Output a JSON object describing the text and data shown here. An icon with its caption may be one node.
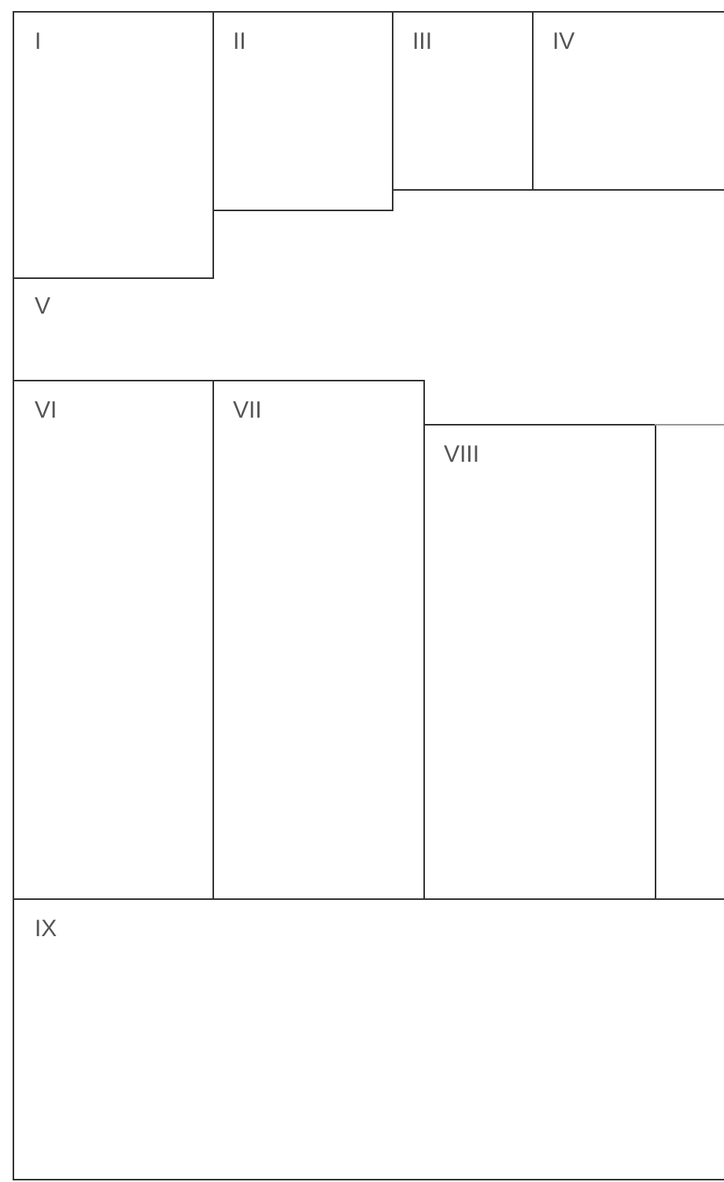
{
  "diagram": {
    "nodes": [
      {
        "text": [
          "I"
        ]
      },
      {
        "text": [
          "II"
        ]
      },
      {
        "text": [
          "III"
        ]
      },
      {
        "text": [
          "IV"
        ]
      },
      {
        "text": [
          "V"
        ]
      },
      {
        "text": [
          "VI"
        ]
      },
      {
        "text": [
          "VII"
        ]
      },
      {
        "text": [
          "VIII"
        ]
      },
      {
        "text": [],
        "shape": "box"
      },
      {
        "text": [
          "IX"
        ]
      }
    ]
  }
}
